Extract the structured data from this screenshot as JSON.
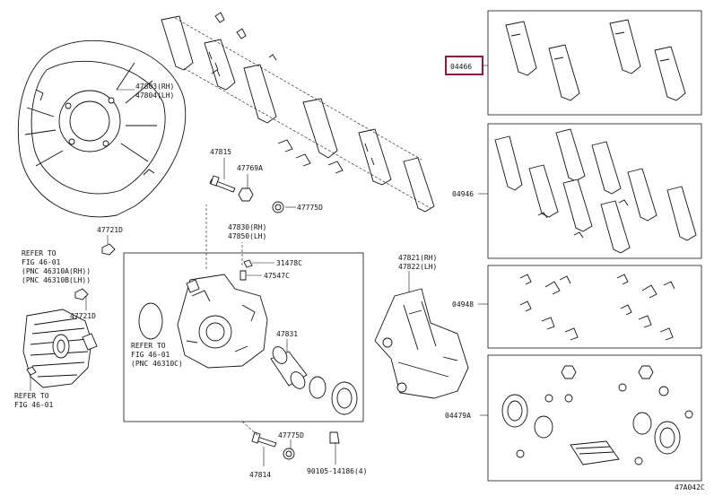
{
  "highlight_color": "#a01040",
  "labels": {
    "shield_rh": "47803(RH)",
    "shield_lh": "47804(LH)",
    "p47815": "47815",
    "p47769a": "47769A",
    "p47775d_top": "47775D",
    "p47721d_a": "47721D",
    "p47721d_b": "47721D",
    "p47830_rh": "47830(RH)",
    "p47850_lh": "47850(LH)",
    "p31478c": "31478C",
    "p47547c": "47547C",
    "p47831": "47831",
    "p47775d_bot": "47775D",
    "p47814": "47814",
    "p90105": "90105-14186(4)",
    "p47821_rh": "47821(RH)",
    "p47822_lh": "47822(LH)",
    "kit_04466": "04466",
    "kit_04946": "04946",
    "kit_04948": "04948",
    "kit_04479a": "04479A",
    "ref_left_1": "REFER TO",
    "ref_left_2": "FIG 46-01",
    "ref_left_3": "(PNC 46310A(RH))",
    "ref_left_4": "(PNC 46310B(LH))",
    "ref_mid_1": "REFER TO",
    "ref_mid_2": "FIG 46-01",
    "ref_mid_3": "(PNC 46310C)",
    "ref_bot_1": "REFER TO",
    "ref_bot_2": "FIG 46-01",
    "diagram_code": "47A042C"
  }
}
